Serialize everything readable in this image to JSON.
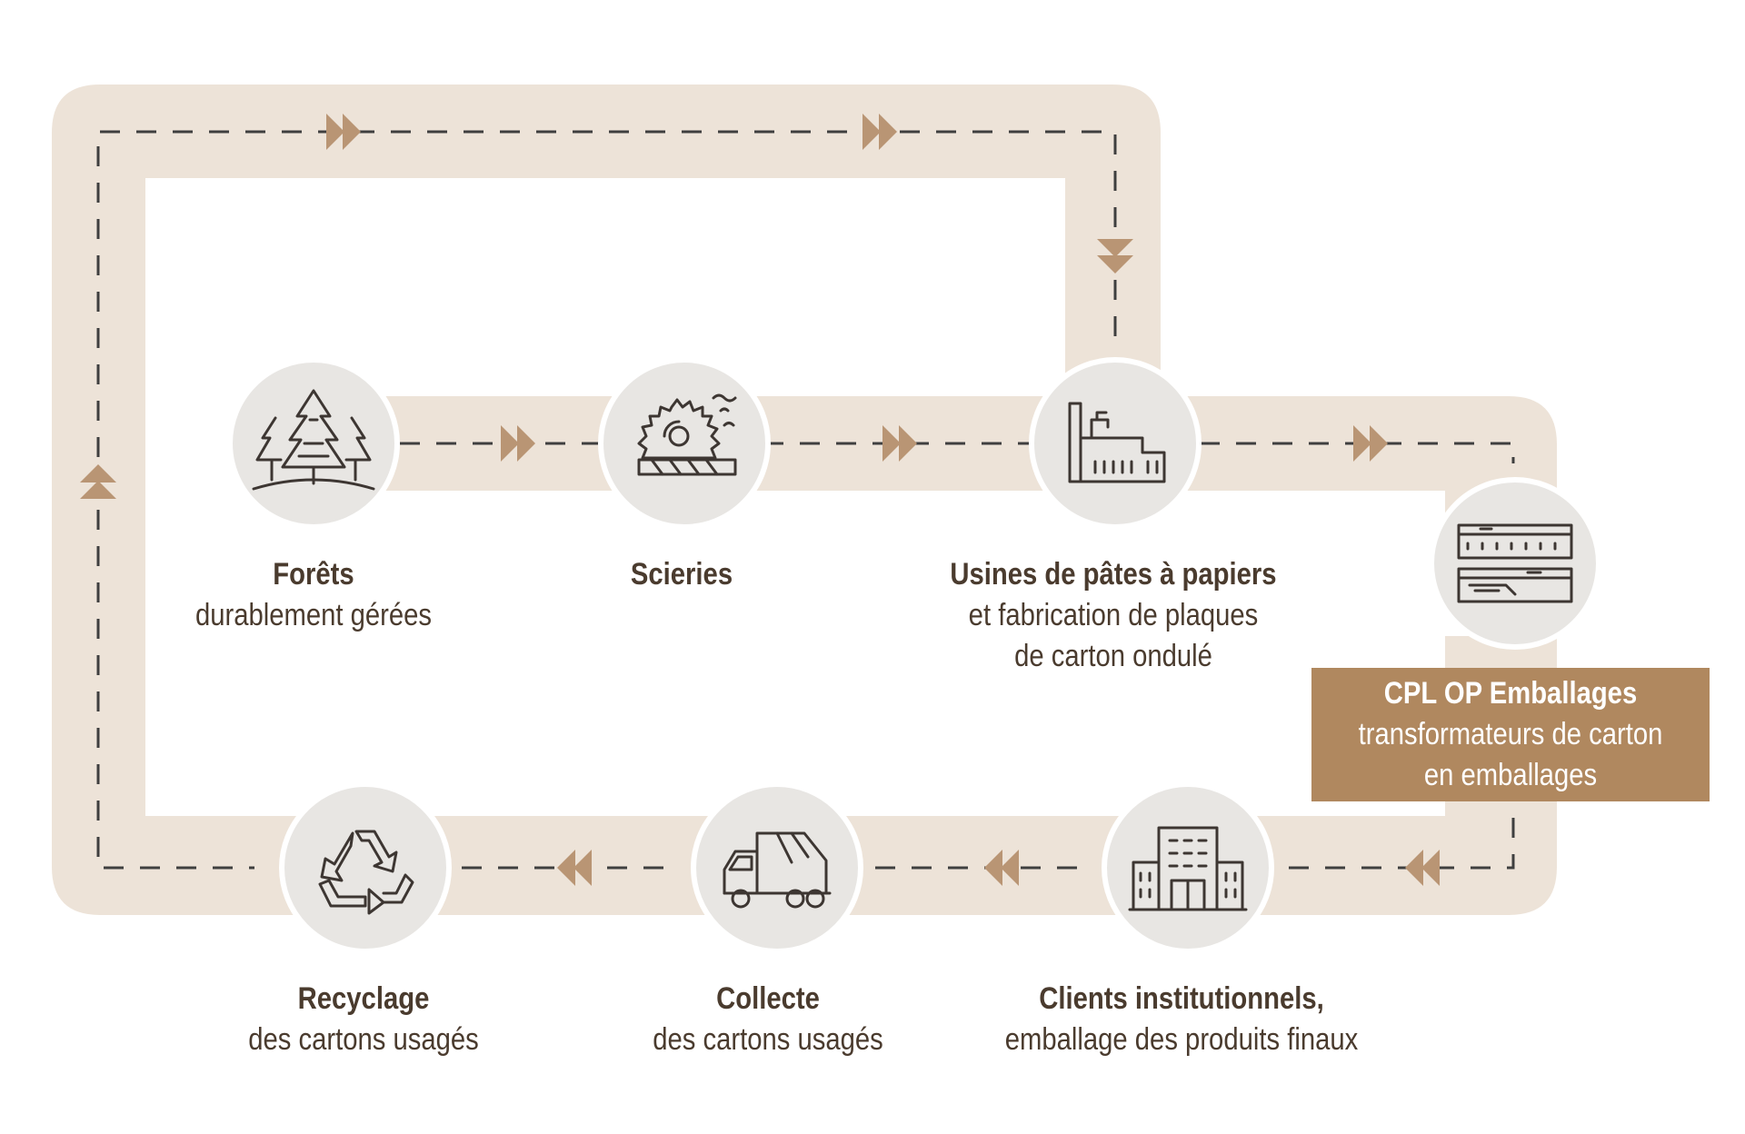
{
  "colors": {
    "track": "#ede3d8",
    "dash": "#3f3f3f",
    "arrow": "#b99574",
    "node_fill": "#e8e6e3",
    "node_accent": "#8dc63f",
    "icon_stroke": "#3d3632",
    "text": "#4a3b2e",
    "box": "#b0885f"
  },
  "nodes": [
    {
      "id": "forets",
      "icon": "trees-icon",
      "title": "Forêts",
      "subtitle": [
        "durablement gérées"
      ]
    },
    {
      "id": "scieries",
      "icon": "saw-icon",
      "title": "Scieries",
      "subtitle": []
    },
    {
      "id": "usines",
      "icon": "factory-icon",
      "title": "Usines de pâtes à papiers",
      "subtitle": [
        "et fabrication de plaques",
        "de carton ondulé"
      ]
    },
    {
      "id": "cpl",
      "icon": "cardboard-boxes-icon",
      "title": "CPL OP Emballages",
      "subtitle": [
        "transformateurs de carton",
        "en emballages"
      ]
    },
    {
      "id": "clients",
      "icon": "building-icon",
      "title": "Clients institutionnels,",
      "subtitle": [
        "emballage des produits finaux"
      ]
    },
    {
      "id": "collecte",
      "icon": "garbage-truck-icon",
      "title": "Collecte",
      "subtitle": [
        "des cartons usagés"
      ]
    },
    {
      "id": "recyclage",
      "icon": "recycle-icon",
      "title": "Recyclage",
      "subtitle": [
        "des cartons usagés"
      ]
    }
  ]
}
